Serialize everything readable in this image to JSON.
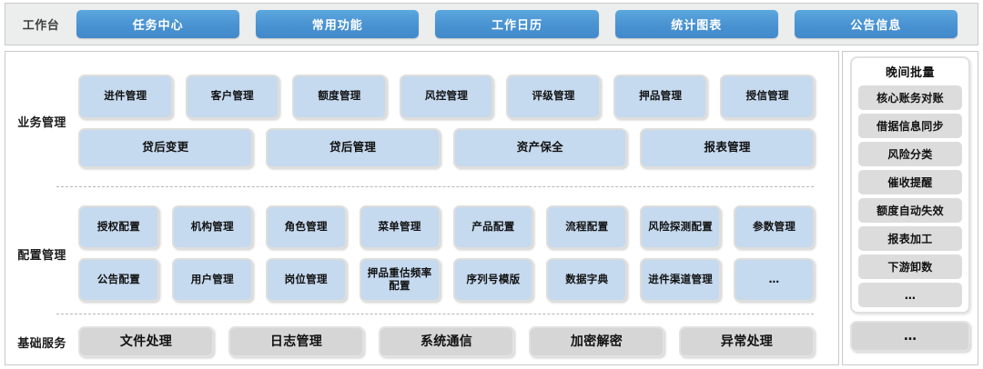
{
  "header": {
    "label": "工作台",
    "tabs": [
      {
        "label": "任务中心"
      },
      {
        "label": "常用功能"
      },
      {
        "label": "工作日历"
      },
      {
        "label": "统计图表"
      },
      {
        "label": "公告信息"
      }
    ],
    "accent_color": "#4a93d2",
    "bar_bg": "#eceded"
  },
  "sections": [
    {
      "id": "business",
      "label": "业务管理",
      "tile_style": "blue",
      "tile_color": "#c5d9ef",
      "rows": [
        {
          "tiles": [
            {
              "label": "进件管理"
            },
            {
              "label": "客户管理"
            },
            {
              "label": "额度管理"
            },
            {
              "label": "风控管理"
            },
            {
              "label": "评级管理"
            },
            {
              "label": "押品管理"
            },
            {
              "label": "授信管理"
            }
          ]
        },
        {
          "tiles": [
            {
              "label": "贷后变更"
            },
            {
              "label": "贷后管理"
            },
            {
              "label": "资产保全"
            },
            {
              "label": "报表管理"
            }
          ]
        }
      ]
    },
    {
      "id": "config",
      "label": "配置管理",
      "tile_style": "blue",
      "tile_color": "#c5d9ef",
      "rows": [
        {
          "tiles": [
            {
              "label": "授权配置"
            },
            {
              "label": "机构管理"
            },
            {
              "label": "角色管理"
            },
            {
              "label": "菜单管理"
            },
            {
              "label": "产品配置"
            },
            {
              "label": "流程配置"
            },
            {
              "label": "风险探测配置"
            },
            {
              "label": "参数管理"
            }
          ]
        },
        {
          "tiles": [
            {
              "label": "公告配置"
            },
            {
              "label": "用户管理"
            },
            {
              "label": "岗位管理"
            },
            {
              "label": "押品重估频率配置"
            },
            {
              "label": "序列号模版"
            },
            {
              "label": "数据字典"
            },
            {
              "label": "进件渠道管理"
            },
            {
              "label": "…"
            }
          ]
        }
      ]
    },
    {
      "id": "basic",
      "label": "基础服务",
      "tile_style": "grey",
      "tile_color": "#d6d6d6",
      "rows": [
        {
          "tiles": [
            {
              "label": "文件处理"
            },
            {
              "label": "日志管理"
            },
            {
              "label": "系统通信"
            },
            {
              "label": "加密解密"
            },
            {
              "label": "异常处理"
            }
          ]
        }
      ]
    }
  ],
  "sidebar": {
    "title": "晚间批量",
    "items": [
      {
        "label": "核心账务对账"
      },
      {
        "label": "借据信息同步"
      },
      {
        "label": "风险分类"
      },
      {
        "label": "催收提醒"
      },
      {
        "label": "额度自动失效"
      },
      {
        "label": "报表加工"
      },
      {
        "label": "下游卸数"
      },
      {
        "label": "…"
      }
    ],
    "more_label": "…",
    "item_color": "#dcdcdc"
  }
}
